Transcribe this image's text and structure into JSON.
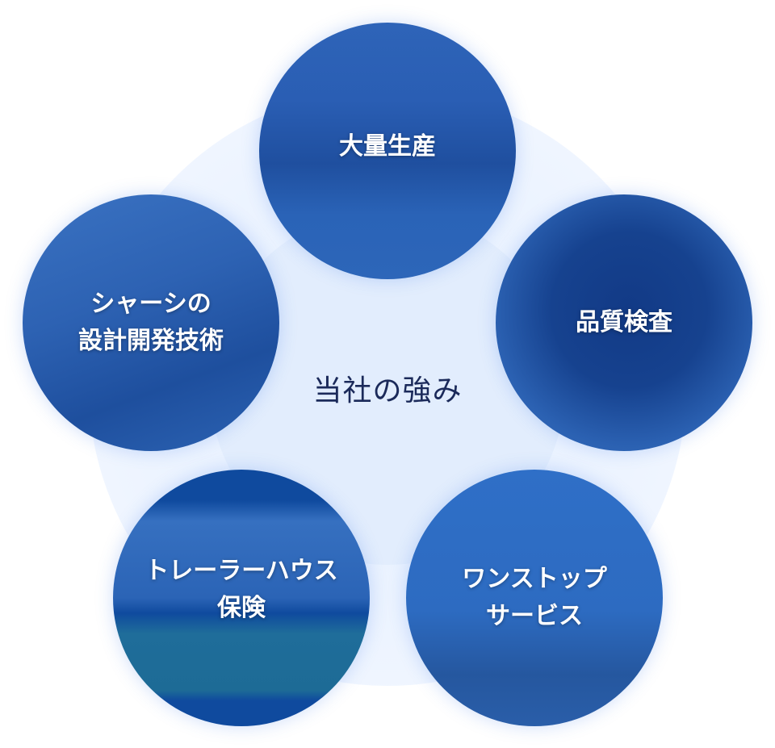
{
  "center": {
    "title": "当社の強み"
  },
  "nodes": [
    {
      "label": "大量生産"
    },
    {
      "label": "品質検査"
    },
    {
      "label": "ワンストップ\nサービス"
    },
    {
      "label": "トレーラーハウス\n保険"
    },
    {
      "label": "シャーシの\n設計開発技術"
    }
  ],
  "colors": {
    "circle_blue": "#2a5eb4",
    "background": "#e4efff",
    "title": "#1b2a5a"
  }
}
